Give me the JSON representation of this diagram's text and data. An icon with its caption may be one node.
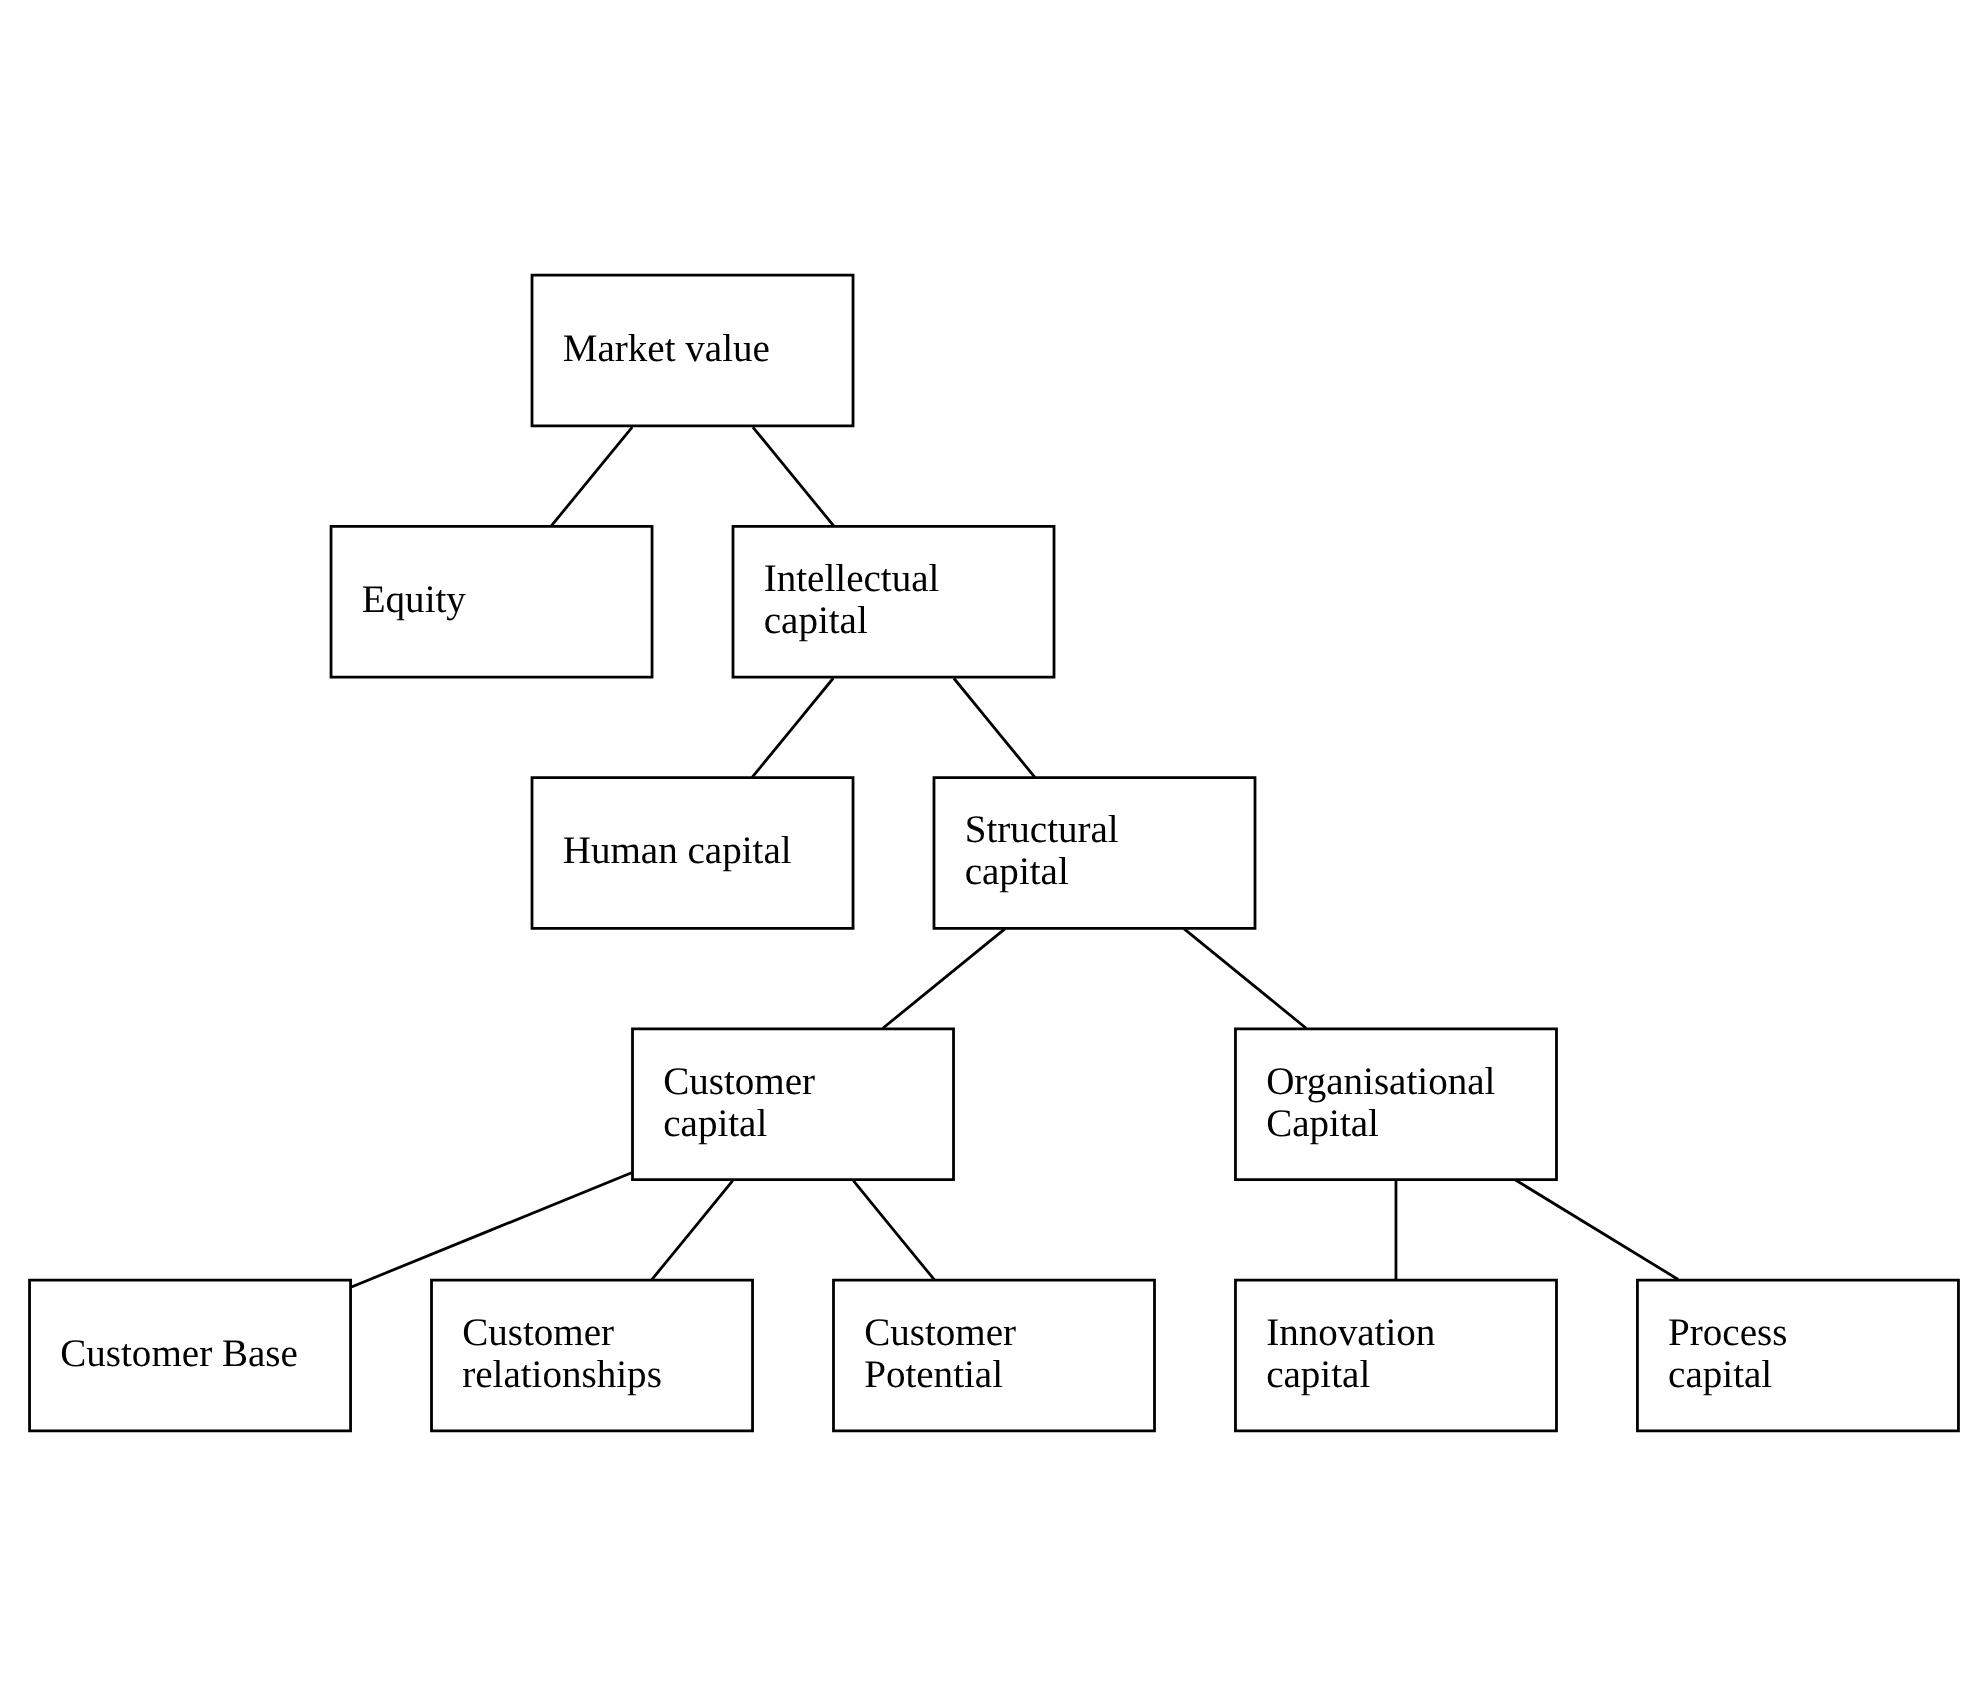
{
  "diagram": {
    "nodes": [
      {
        "text": [
          "Market value"
        ]
      },
      {
        "text": [
          "Equity"
        ]
      },
      {
        "text": [
          "Intellectual capital"
        ]
      },
      {
        "text": [
          "Human capital"
        ]
      },
      {
        "text": [
          "Structural capital"
        ]
      },
      {
        "text": [
          "Customer capital"
        ]
      },
      {
        "text": [
          "Organisational Capital"
        ]
      },
      {
        "text": [
          "Customer Base"
        ]
      },
      {
        "text": [
          "Customer relationships"
        ]
      },
      {
        "text": [
          "Customer Potential"
        ]
      },
      {
        "text": [
          "Innovation capital"
        ]
      },
      {
        "text": [
          "Process capital"
        ]
      }
    ],
    "edges": [
      {
        "from": 0,
        "to": 1,
        "arrow": "none"
      },
      {
        "from": 0,
        "to": 2,
        "arrow": "none"
      },
      {
        "from": 2,
        "to": 3,
        "arrow": "none"
      },
      {
        "from": 2,
        "to": 4,
        "arrow": "none"
      },
      {
        "from": 4,
        "to": 5,
        "arrow": "none"
      },
      {
        "from": 4,
        "to": 6,
        "arrow": "none"
      },
      {
        "from": 5,
        "to": 7,
        "arrow": "none"
      },
      {
        "from": 5,
        "to": 8,
        "arrow": "none"
      },
      {
        "from": 5,
        "to": 9,
        "arrow": "none"
      },
      {
        "from": 6,
        "to": 10,
        "arrow": "none"
      },
      {
        "from": 6,
        "to": 11,
        "arrow": "none"
      }
    ]
  }
}
